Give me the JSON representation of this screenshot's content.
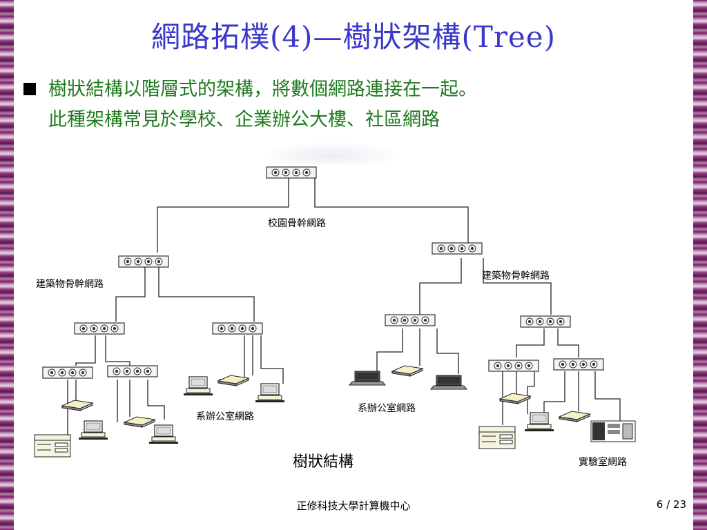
{
  "slide": {
    "title": "網路拓樸(4)—樹狀架構(Tree)",
    "bullet_line1": "樹狀結構以階層式的架構，將數個網路連接在一起。",
    "bullet_line2": "此種架構常見於學校、企業辦公大樓、社區網路",
    "footer_center": "正修科技大學計算機中心",
    "footer_page": "6 / 23"
  },
  "diagram": {
    "caption": "樹狀結構",
    "labels": {
      "campus_backbone": "校園骨幹網路",
      "building_backbone_left": "建築物骨幹網路",
      "building_backbone_right": "建築物骨幹網路",
      "office_network_left": "系辦公室網路",
      "office_network_right": "系辦公室網路",
      "lab_network": "實驗室網路"
    }
  },
  "colors": {
    "title": "#3b37c8",
    "bullet_text": "#1f7a1f",
    "border": "#7a1f6a"
  }
}
